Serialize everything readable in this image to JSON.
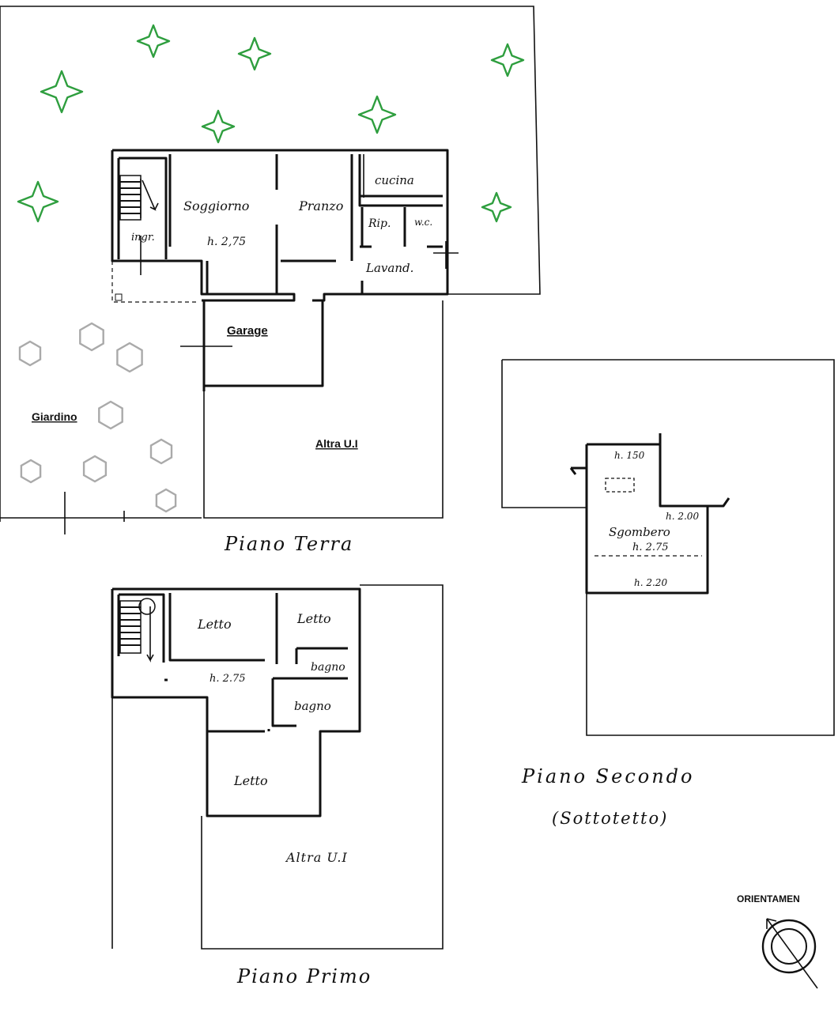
{
  "floors": {
    "ground": {
      "title": "Piano Terra",
      "rooms": {
        "soggiorno": "Soggiorno",
        "pranzo": "Pranzo",
        "cucina": "cucina",
        "rip": "Rip.",
        "wc": "w.c.",
        "lavand": "Lavand.",
        "ingr": "ingr.",
        "height": "h. 2,75",
        "garage": "Garage",
        "altra": "Altra U.I",
        "giardino": "Giardino"
      }
    },
    "first": {
      "title": "Piano Primo",
      "rooms": {
        "letto1": "Letto",
        "letto2": "Letto",
        "letto3": "Letto",
        "bagno1": "bagno",
        "bagno2": "bagno",
        "height": "h. 2.75",
        "altra": "Altra U.I"
      }
    },
    "second": {
      "title": "Piano Secondo",
      "subtitle": "(Sottotetto)",
      "rooms": {
        "sgombero": "Sgombero",
        "h150": "h. 150",
        "h200": "h. 2.00",
        "h275": "h. 2.75",
        "h220": "h. 2.20"
      }
    }
  },
  "orientation_label": "ORIENTAMEN",
  "icons": {
    "tree": "four-point-star",
    "shrub": "hexagon",
    "north": "circle-arrow"
  },
  "colors": {
    "tree": "#2e9e3e",
    "shrub": "#aaaaaa",
    "line": "#111111"
  }
}
